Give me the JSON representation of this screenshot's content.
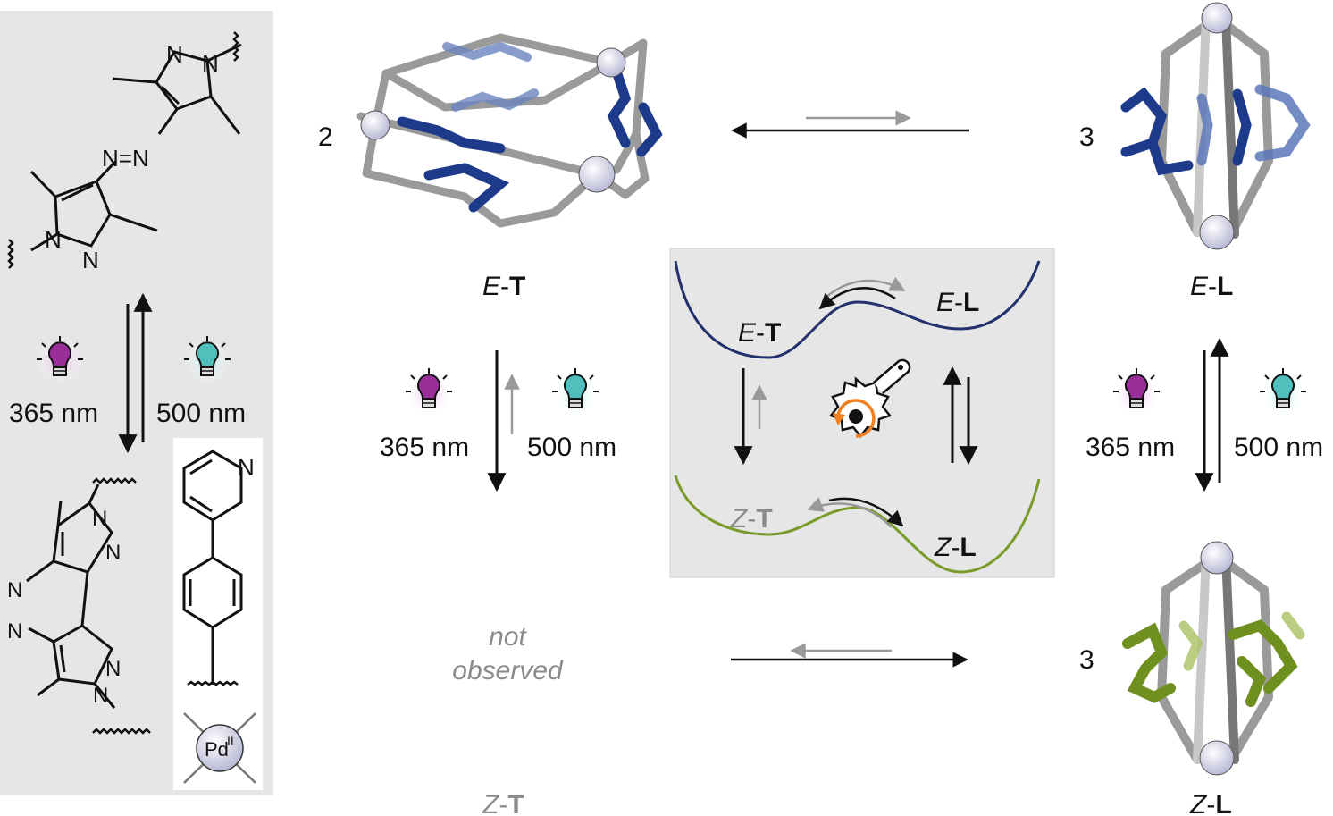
{
  "labels": {
    "cage_ET": {
      "italic": "E",
      "bold": "T"
    },
    "cage_EL": {
      "italic": "E",
      "bold": "L"
    },
    "cage_ZL": {
      "italic": "Z",
      "bold": "L"
    },
    "cage_ZT": {
      "italic": "Z",
      "bold": "T"
    },
    "coef_ET": "2",
    "coef_EL": "3",
    "coef_ZL": "3",
    "not_observed_line1": "not",
    "not_observed_line2": "observed"
  },
  "ligand_panel": {
    "uv": "365 nm",
    "vis": "500 nm",
    "atoms": {
      "N": "N",
      "azo": "N=N",
      "pd": "Pd",
      "pd_ox": "II"
    }
  },
  "middle_switch": {
    "uv": "365 nm",
    "vis": "500 nm"
  },
  "right_switch": {
    "uv": "365 nm",
    "vis": "500 nm"
  },
  "energy_panel": {
    "upper": {
      "left": {
        "italic": "E",
        "bold": "T"
      },
      "right": {
        "italic": "E",
        "bold": "L"
      }
    },
    "lower": {
      "left": {
        "italic": "Z",
        "bold": "T"
      },
      "right": {
        "italic": "Z",
        "bold": "L"
      }
    }
  },
  "colors": {
    "uv_bulb": "#8e2a8e",
    "vis_bulb": "#3fb0ac",
    "e_ligand": "#1e3a8a",
    "z_ligand": "#6f8f1f",
    "upper_curve": "#23306b",
    "lower_curve": "#7a9a2a",
    "panel_bg": "#e6e6e6",
    "pd_sphere": "#dcdcf0",
    "ratchet_arrow": "#f08020"
  },
  "icons": [
    "uv-bulb-icon",
    "vis-bulb-icon",
    "ratchet-saw-icon",
    "pd-sphere-icon"
  ]
}
